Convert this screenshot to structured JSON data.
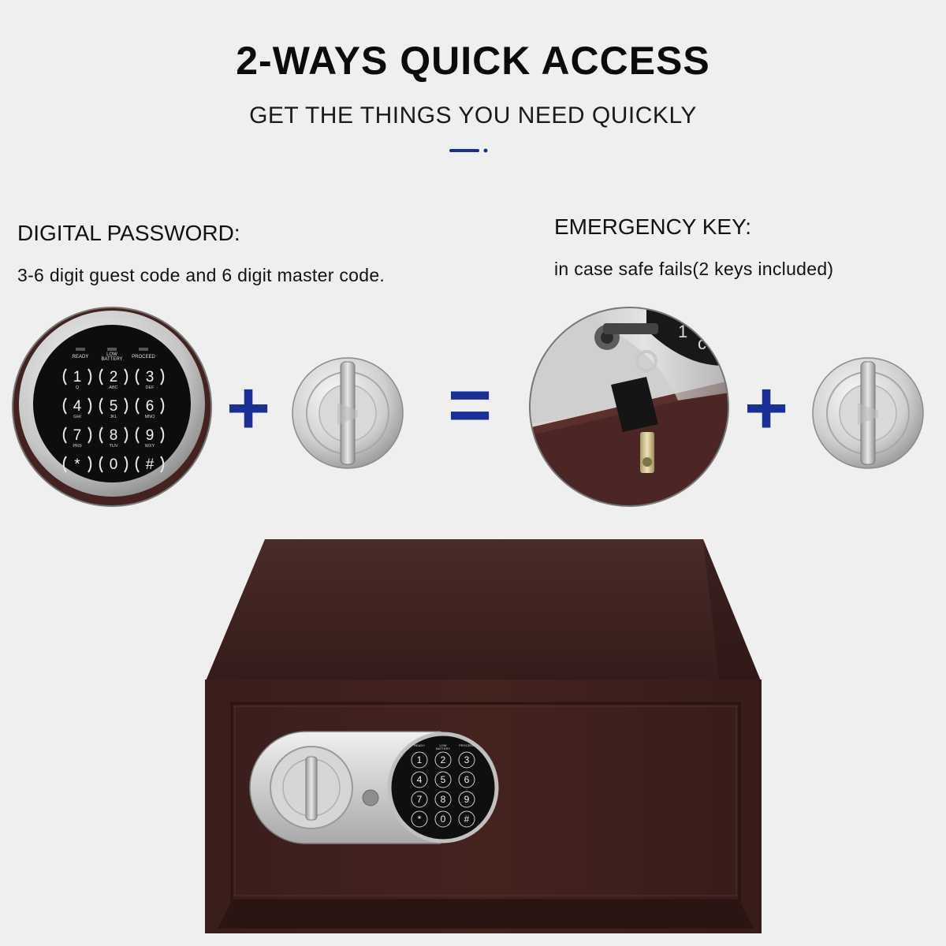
{
  "header": {
    "title": "2-WAYS QUICK ACCESS",
    "subtitle": "GET THE THINGS YOU NEED QUICKLY",
    "accent_color": "#1a2f95"
  },
  "digital_password": {
    "heading": "DIGITAL PASSWORD:",
    "description": "3-6 digit guest code and 6 digit master code."
  },
  "emergency_key": {
    "heading": "EMERGENCY KEY:",
    "description": "in case safe fails(2 keys included)"
  },
  "operators": {
    "plus": "+",
    "equals": "="
  },
  "keypad": {
    "indicators": [
      "READY",
      "LOW BATTERY",
      "PROCEED"
    ],
    "keys": [
      {
        "digit": "1",
        "letters": "Q"
      },
      {
        "digit": "2",
        "letters": "ABC"
      },
      {
        "digit": "3",
        "letters": "DEF"
      },
      {
        "digit": "4",
        "letters": "GHI"
      },
      {
        "digit": "5",
        "letters": "JKL"
      },
      {
        "digit": "6",
        "letters": "MNO"
      },
      {
        "digit": "7",
        "letters": "PRS"
      },
      {
        "digit": "8",
        "letters": "TUV"
      },
      {
        "digit": "9",
        "letters": "WXY"
      },
      {
        "digit": "*",
        "letters": ""
      },
      {
        "digit": "0",
        "letters": ""
      },
      {
        "digit": "#",
        "letters": ""
      }
    ]
  },
  "icons": [
    "keypad-closeup",
    "safe-knob",
    "emergency-key-closeup",
    "electronic-safe"
  ]
}
